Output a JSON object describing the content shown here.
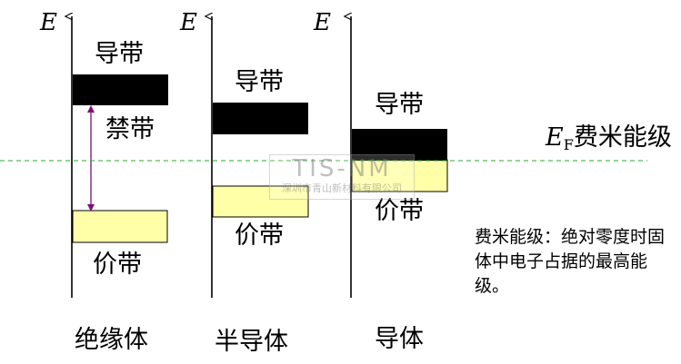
{
  "axis_symbol": "E",
  "panels": [
    {
      "conduction_label": "导带",
      "gap_label": "禁带",
      "valence_label": "价带",
      "material_label": "绝缘体"
    },
    {
      "conduction_label": "导带",
      "valence_label": "价带",
      "material_label": "半导体"
    },
    {
      "conduction_label": "导带",
      "valence_label": "价带",
      "material_label": "导体"
    }
  ],
  "fermi": {
    "symbol": "E",
    "subscript": "F",
    "label": "费米能级"
  },
  "note": "费米能级：绝对零度时固体中电子占据的最高能级。",
  "watermark": {
    "title": "TIS-NM",
    "subtitle": "深圳市青山新材料有限公司"
  },
  "colors": {
    "conduction_band": "#000000",
    "valence_band": "#ffffa8",
    "gap_arrow": "#7a0f7a",
    "fermi_line": "#2eaa2e"
  }
}
